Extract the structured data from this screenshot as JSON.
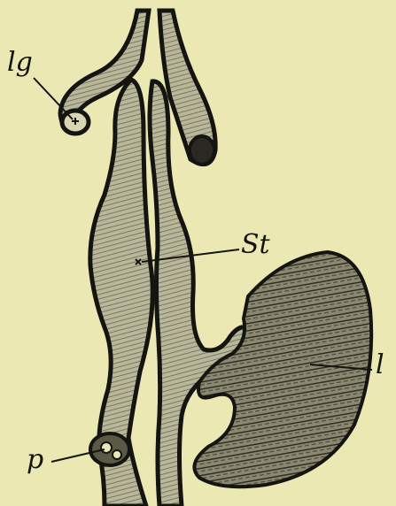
{
  "labels": {
    "lg": "lg",
    "st": "St",
    "l": "l",
    "p": "p"
  },
  "colors": {
    "background": "#ebe8b4",
    "ink": "#141410",
    "wall": "#a8a688",
    "liver": "#6b6950"
  }
}
